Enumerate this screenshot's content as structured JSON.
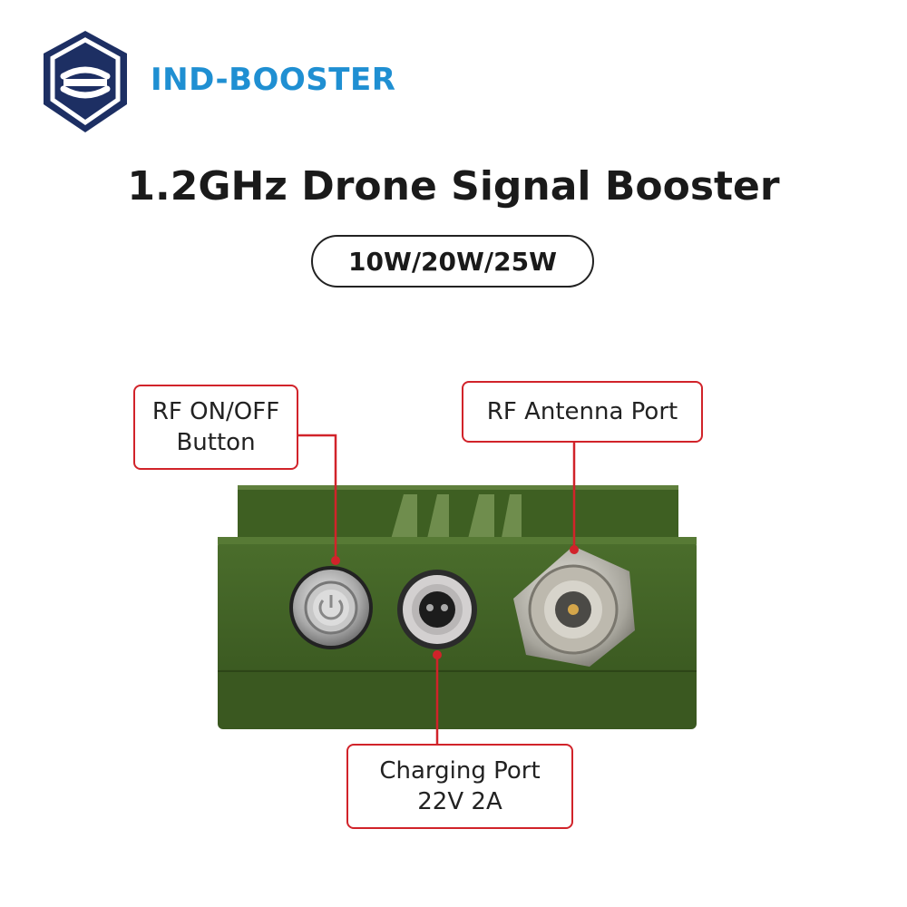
{
  "brand": {
    "name": "IND-BOOSTER",
    "color": "#1f8fd2",
    "logo_icon": "hexagon-shield-logo-icon"
  },
  "product": {
    "title": "1.2GHz Drone Signal Booster",
    "power_options": "10W/20W/25W"
  },
  "callouts": {
    "rf_switch": {
      "line1": "RF ON/OFF",
      "line2": "Button"
    },
    "antenna": {
      "line1": "RF Antenna Port"
    },
    "charging": {
      "line1": "Charging Port",
      "line2": "22V 2A"
    }
  },
  "colors": {
    "device_body": "#3f6124",
    "callout_border": "#d1232a",
    "logo_navy": "#1d2f63"
  }
}
